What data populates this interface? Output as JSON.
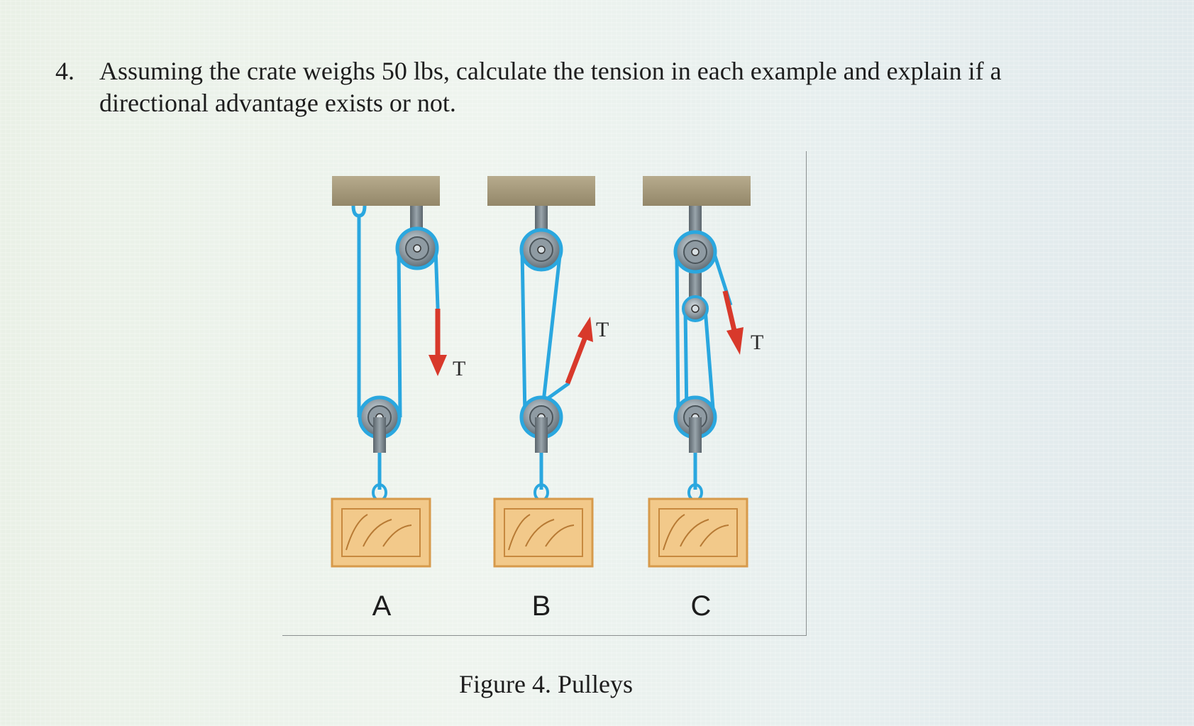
{
  "question": {
    "number": "4.",
    "text": "Assuming the crate weighs 50 lbs, calculate the tension in each example and explain if a directional advantage exists or not."
  },
  "figure": {
    "labels": {
      "a": "A",
      "b": "B",
      "c": "C"
    },
    "tension_label": "T",
    "caption": "Figure 4. Pulleys"
  },
  "colors": {
    "rope": "#2aa7df",
    "arrow": "#d8392b",
    "crate": "#f2c98a",
    "ceiling": "#a69a7d",
    "pulley": "#6f7d86"
  }
}
